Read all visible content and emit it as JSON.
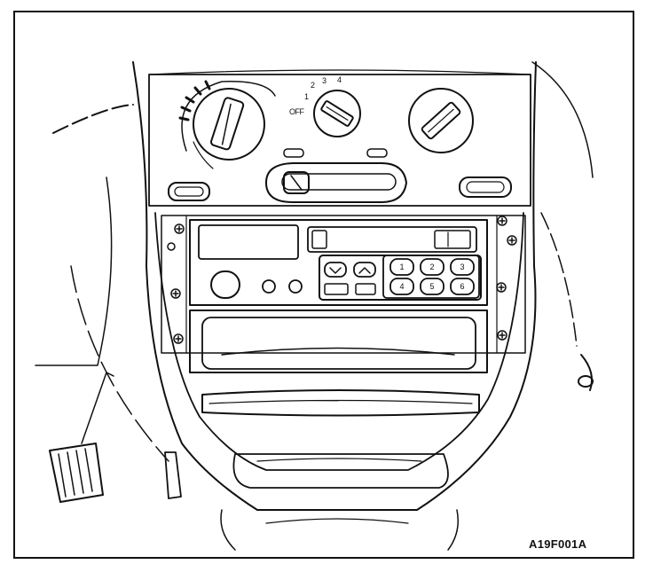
{
  "fan_switch": {
    "positions": [
      "OFF",
      "1",
      "2",
      "3",
      "4"
    ]
  },
  "radio": {
    "preset_buttons": [
      "1",
      "2",
      "3",
      "4",
      "5",
      "6"
    ]
  },
  "figure_code": "A19F001A"
}
